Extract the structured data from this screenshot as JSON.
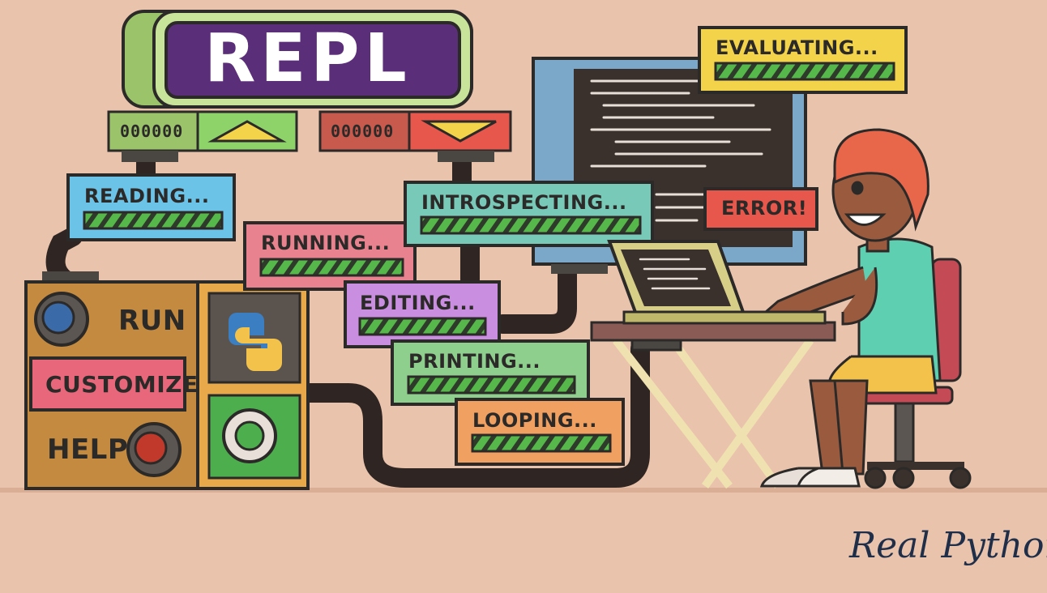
{
  "title": "REPL",
  "counters": {
    "left": "000000",
    "right": "000000"
  },
  "stages": {
    "reading": "READING...",
    "running": "RUNNING...",
    "editing": "EDITING...",
    "printing": "PRINTING...",
    "looping": "LOOPING...",
    "introspecting": "INTROSPECTING...",
    "evaluating": "EVALUATING..."
  },
  "error": "ERROR!",
  "control_panel": {
    "run": "RUN",
    "customize": "CUSTOMIZE",
    "help": "HELP"
  },
  "brand": "Real Python",
  "icons": [
    "python-logo-icon",
    "triangle-up-icon",
    "triangle-down-icon",
    "dial-icon",
    "button-icon"
  ],
  "colors": {
    "background": "#e9c3ab",
    "title_plate": "#5b2e7a",
    "progress_green": "#4cae4c",
    "error_red": "#e8574c",
    "brand_navy": "#1f2f4a"
  }
}
